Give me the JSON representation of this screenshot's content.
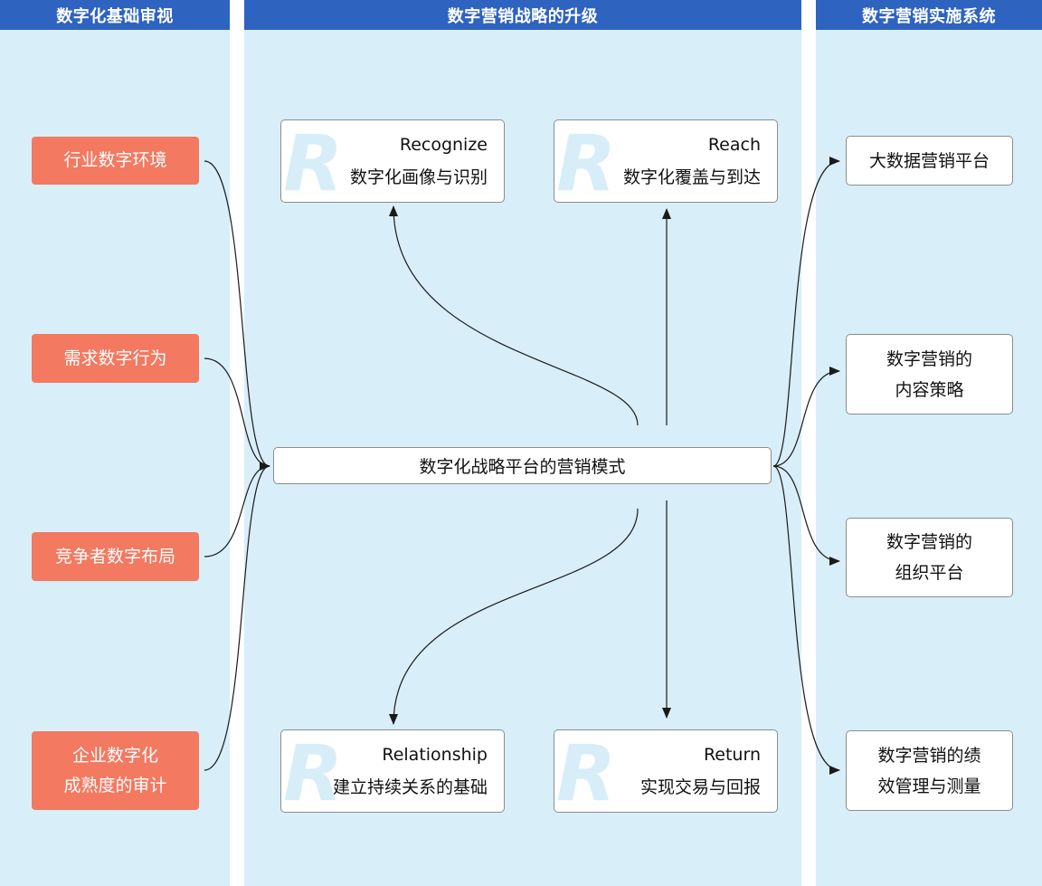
{
  "columns": {
    "left_title": "数字化基础审视",
    "middle_title": "数字营销战略的升级",
    "right_title": "数字营销实施系统"
  },
  "left_items": [
    {
      "lines": [
        "行业数字环境"
      ]
    },
    {
      "lines": [
        "需求数字行为"
      ]
    },
    {
      "lines": [
        "竞争者数字布局"
      ]
    },
    {
      "lines": [
        "企业数字化",
        "成熟度的审计"
      ]
    }
  ],
  "center": {
    "label": "数字化战略平台的营销模式"
  },
  "r_cards": [
    {
      "letter": "R",
      "en": "Recognize",
      "cn": "数字化画像与识别"
    },
    {
      "letter": "R",
      "en": "Reach",
      "cn": "数字化覆盖与到达"
    },
    {
      "letter": "R",
      "en": "Relationship",
      "cn": "建立持续关系的基础"
    },
    {
      "letter": "R",
      "en": "Return",
      "cn": "实现交易与回报"
    }
  ],
  "right_items": [
    {
      "lines": [
        "大数据营销平台"
      ]
    },
    {
      "lines": [
        "数字营销的",
        "内容策略"
      ]
    },
    {
      "lines": [
        "数字营销的",
        "组织平台"
      ]
    },
    {
      "lines": [
        "数字营销的绩",
        "效管理与测量"
      ]
    }
  ],
  "colors": {
    "header": "#2f63c0",
    "column_bg": "#d8eff9",
    "left_box": "#f37961",
    "r_letter": "#d7eef9"
  }
}
